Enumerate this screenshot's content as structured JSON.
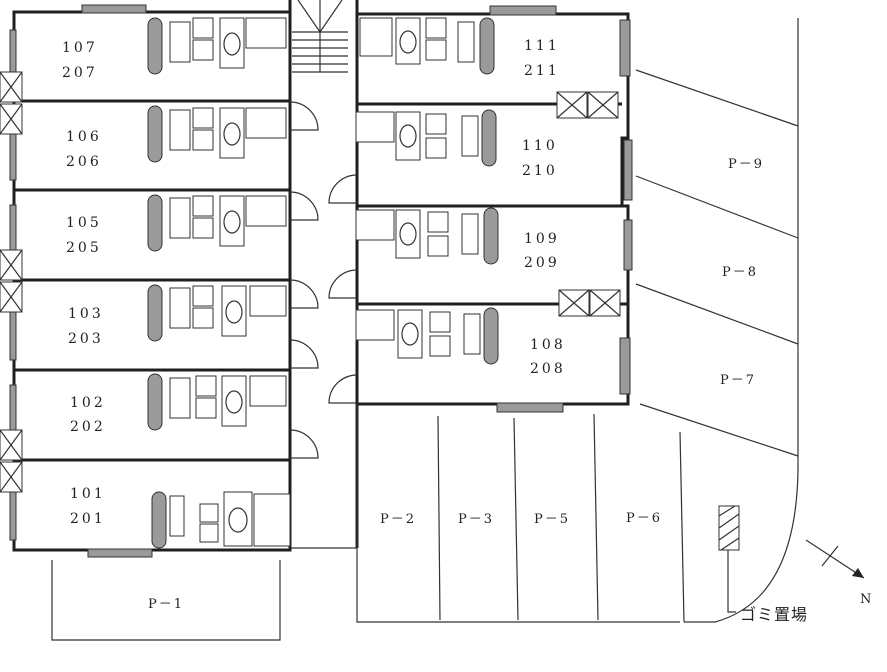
{
  "units_left": [
    {
      "line1": "107",
      "line2": "207"
    },
    {
      "line1": "106",
      "line2": "206"
    },
    {
      "line1": "105",
      "line2": "205"
    },
    {
      "line1": "103",
      "line2": "203"
    },
    {
      "line1": "102",
      "line2": "202"
    },
    {
      "line1": "101",
      "line2": "201"
    }
  ],
  "units_right": [
    {
      "line1": "111",
      "line2": "211"
    },
    {
      "line1": "110",
      "line2": "210"
    },
    {
      "line1": "109",
      "line2": "209"
    },
    {
      "line1": "108",
      "line2": "208"
    }
  ],
  "parking": [
    {
      "label": "P－1"
    },
    {
      "label": "P－2"
    },
    {
      "label": "P－3"
    },
    {
      "label": "P－5"
    },
    {
      "label": "P－6"
    },
    {
      "label": "P－7"
    },
    {
      "label": "P－8"
    },
    {
      "label": "P－9"
    }
  ],
  "garbage_label": "ゴミ置場",
  "north_label": "N"
}
